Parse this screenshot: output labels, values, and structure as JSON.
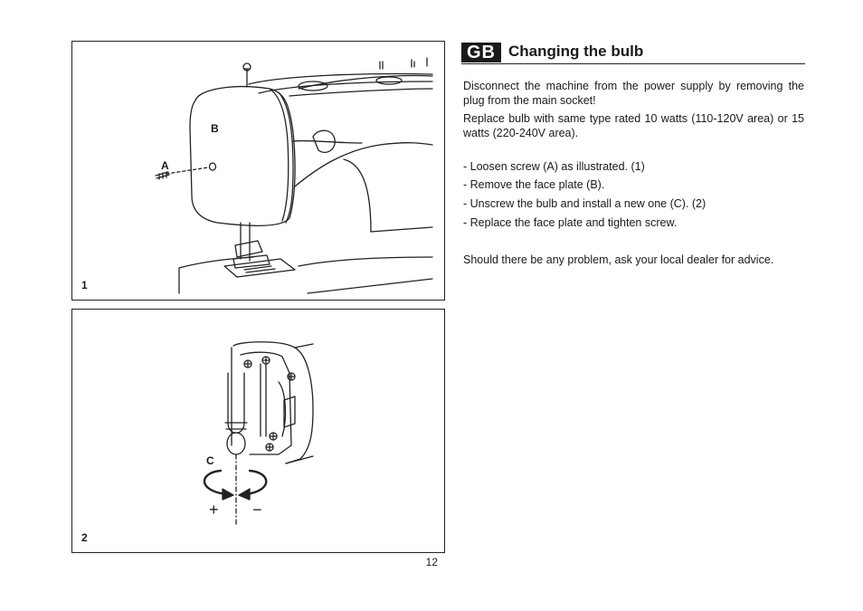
{
  "section": {
    "badge": "GB",
    "title": "Changing the bulb"
  },
  "paragraphs": {
    "disconnect": "Disconnect the machine from the power supply by removing the plug from the main socket!",
    "replace": "Replace bulb with same type rated 10 watts (110-120V area) or 15 watts (220-240V area)."
  },
  "steps": [
    "- Loosen screw (A) as illustrated. (1)",
    "- Remove the face plate (B).",
    "- Unscrew the bulb and install a new one (C). (2)",
    "- Replace the face plate and tighten screw."
  ],
  "advice": "Should there be any problem, ask your local dealer for advice.",
  "figure1": {
    "number": "1",
    "label_a": "A",
    "label_b": "B"
  },
  "figure2": {
    "number": "2",
    "label_c": "C",
    "plus": "+",
    "minus": "−"
  },
  "page_number": "12"
}
